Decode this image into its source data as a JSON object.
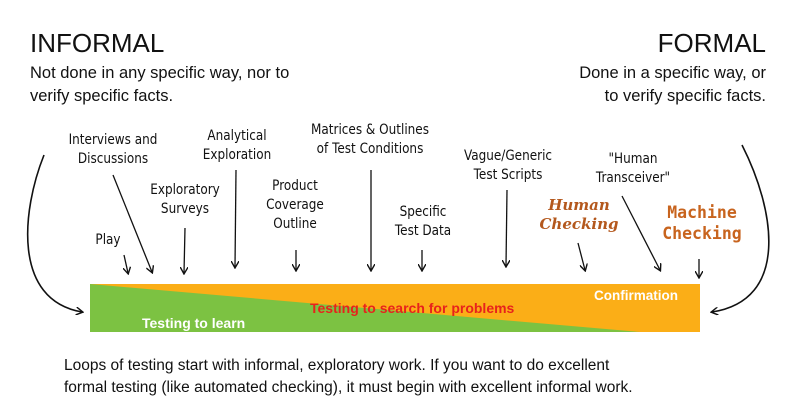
{
  "headings": {
    "informal": "INFORMAL",
    "informal_desc_1": "Not done in any specific way, nor to",
    "informal_desc_2": "verify specific facts.",
    "formal": "FORMAL",
    "formal_desc_1": "Done in a specific way, or",
    "formal_desc_2": "to verify specific facts."
  },
  "activities": {
    "interviews_1": "Interviews and",
    "interviews_2": "Discussions",
    "play": "Play",
    "exploratory_surveys_1": "Exploratory",
    "exploratory_surveys_2": "Surveys",
    "analytical_1": "Analytical",
    "analytical_2": "Exploration",
    "product_coverage_1": "Product",
    "product_coverage_2": "Coverage",
    "product_coverage_3": "Outline",
    "matrices_1": "Matrices & Outlines",
    "matrices_2": "of Test Conditions",
    "specific_data_1": "Specific",
    "specific_data_2": "Test Data",
    "vague_scripts_1": "Vague/Generic",
    "vague_scripts_2": "Test Scripts",
    "human_transceiver_1": "\"Human",
    "human_transceiver_2": "Transceiver\"",
    "human_checking_1": "Human",
    "human_checking_2": "Checking",
    "machine_checking_1": "Machine",
    "machine_checking_2": "Checking"
  },
  "bar": {
    "learn": "Testing to learn",
    "search": "Testing to search for problems",
    "confirm": "Confirmation",
    "green": "#7cc242",
    "orange": "#fbae17",
    "red_text": "#e8221c"
  },
  "caption": {
    "line1": "Loops of testing start with informal, exploratory work. If you want to do excellent",
    "line2": "formal testing (like automated checking), it must begin with excellent informal work."
  }
}
